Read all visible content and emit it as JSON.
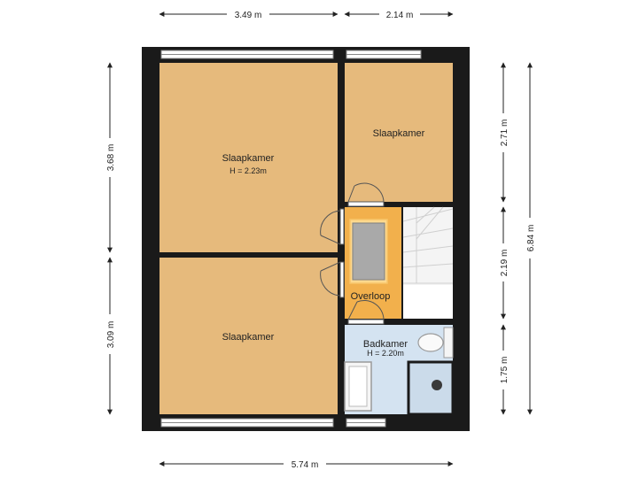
{
  "rooms": {
    "bedroom_top_left": {
      "name": "Slaapkamer",
      "height": "H = 2.23m"
    },
    "bedroom_top_right": {
      "name": "Slaapkamer"
    },
    "bedroom_bottom_left": {
      "name": "Slaapkamer"
    },
    "landing": {
      "name": "Overloop"
    },
    "bathroom": {
      "name": "Badkamer",
      "height": "H = 2.20m"
    }
  },
  "dimensions": {
    "top_left": "3.49 m",
    "top_right": "2.14 m",
    "bottom": "5.74 m",
    "left_upper": "3.68 m",
    "left_lower": "3.09 m",
    "right_1": "2.71 m",
    "right_2": "2.19 m",
    "right_3": "1.75 m",
    "right_total": "6.84 m"
  },
  "colors": {
    "wall": "#1a1a1a",
    "bedroom": "#e6ba7c",
    "landing": "#f2b04c",
    "bathroom": "#d4e3f1",
    "stairs": "#f4f4f4"
  }
}
